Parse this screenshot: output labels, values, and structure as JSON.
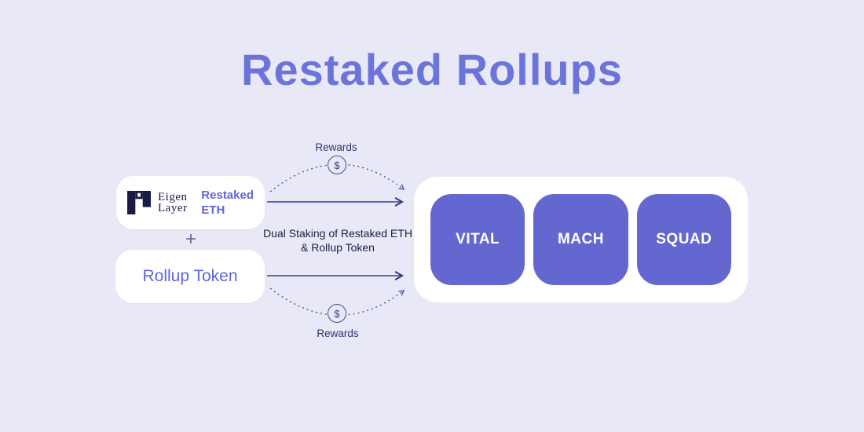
{
  "title": "Restaked Rollups",
  "left": {
    "eigen_card": {
      "brand_line1": "Eigen",
      "brand_line2": "Layer",
      "label_line1": "Restaked",
      "label_line2": "ETH"
    },
    "plus": "+",
    "rollup_card": {
      "label": "Rollup Token"
    }
  },
  "flow": {
    "rewards_top": "Rewards",
    "rewards_bottom": "Rewards",
    "dollar": "$",
    "caption_line1": "Dual Staking of Restaked ETH",
    "caption_line2": "& Rollup Token"
  },
  "rollups": [
    "VITAL",
    "MACH",
    "SQUAD"
  ],
  "colors": {
    "background": "#E9E8F7",
    "title": "#6B74DB",
    "card": "#FFFFFF",
    "square": "#6467D0",
    "arrow": "#343B8A",
    "accent_text": "#5F66DC",
    "logo": "#191B45"
  }
}
